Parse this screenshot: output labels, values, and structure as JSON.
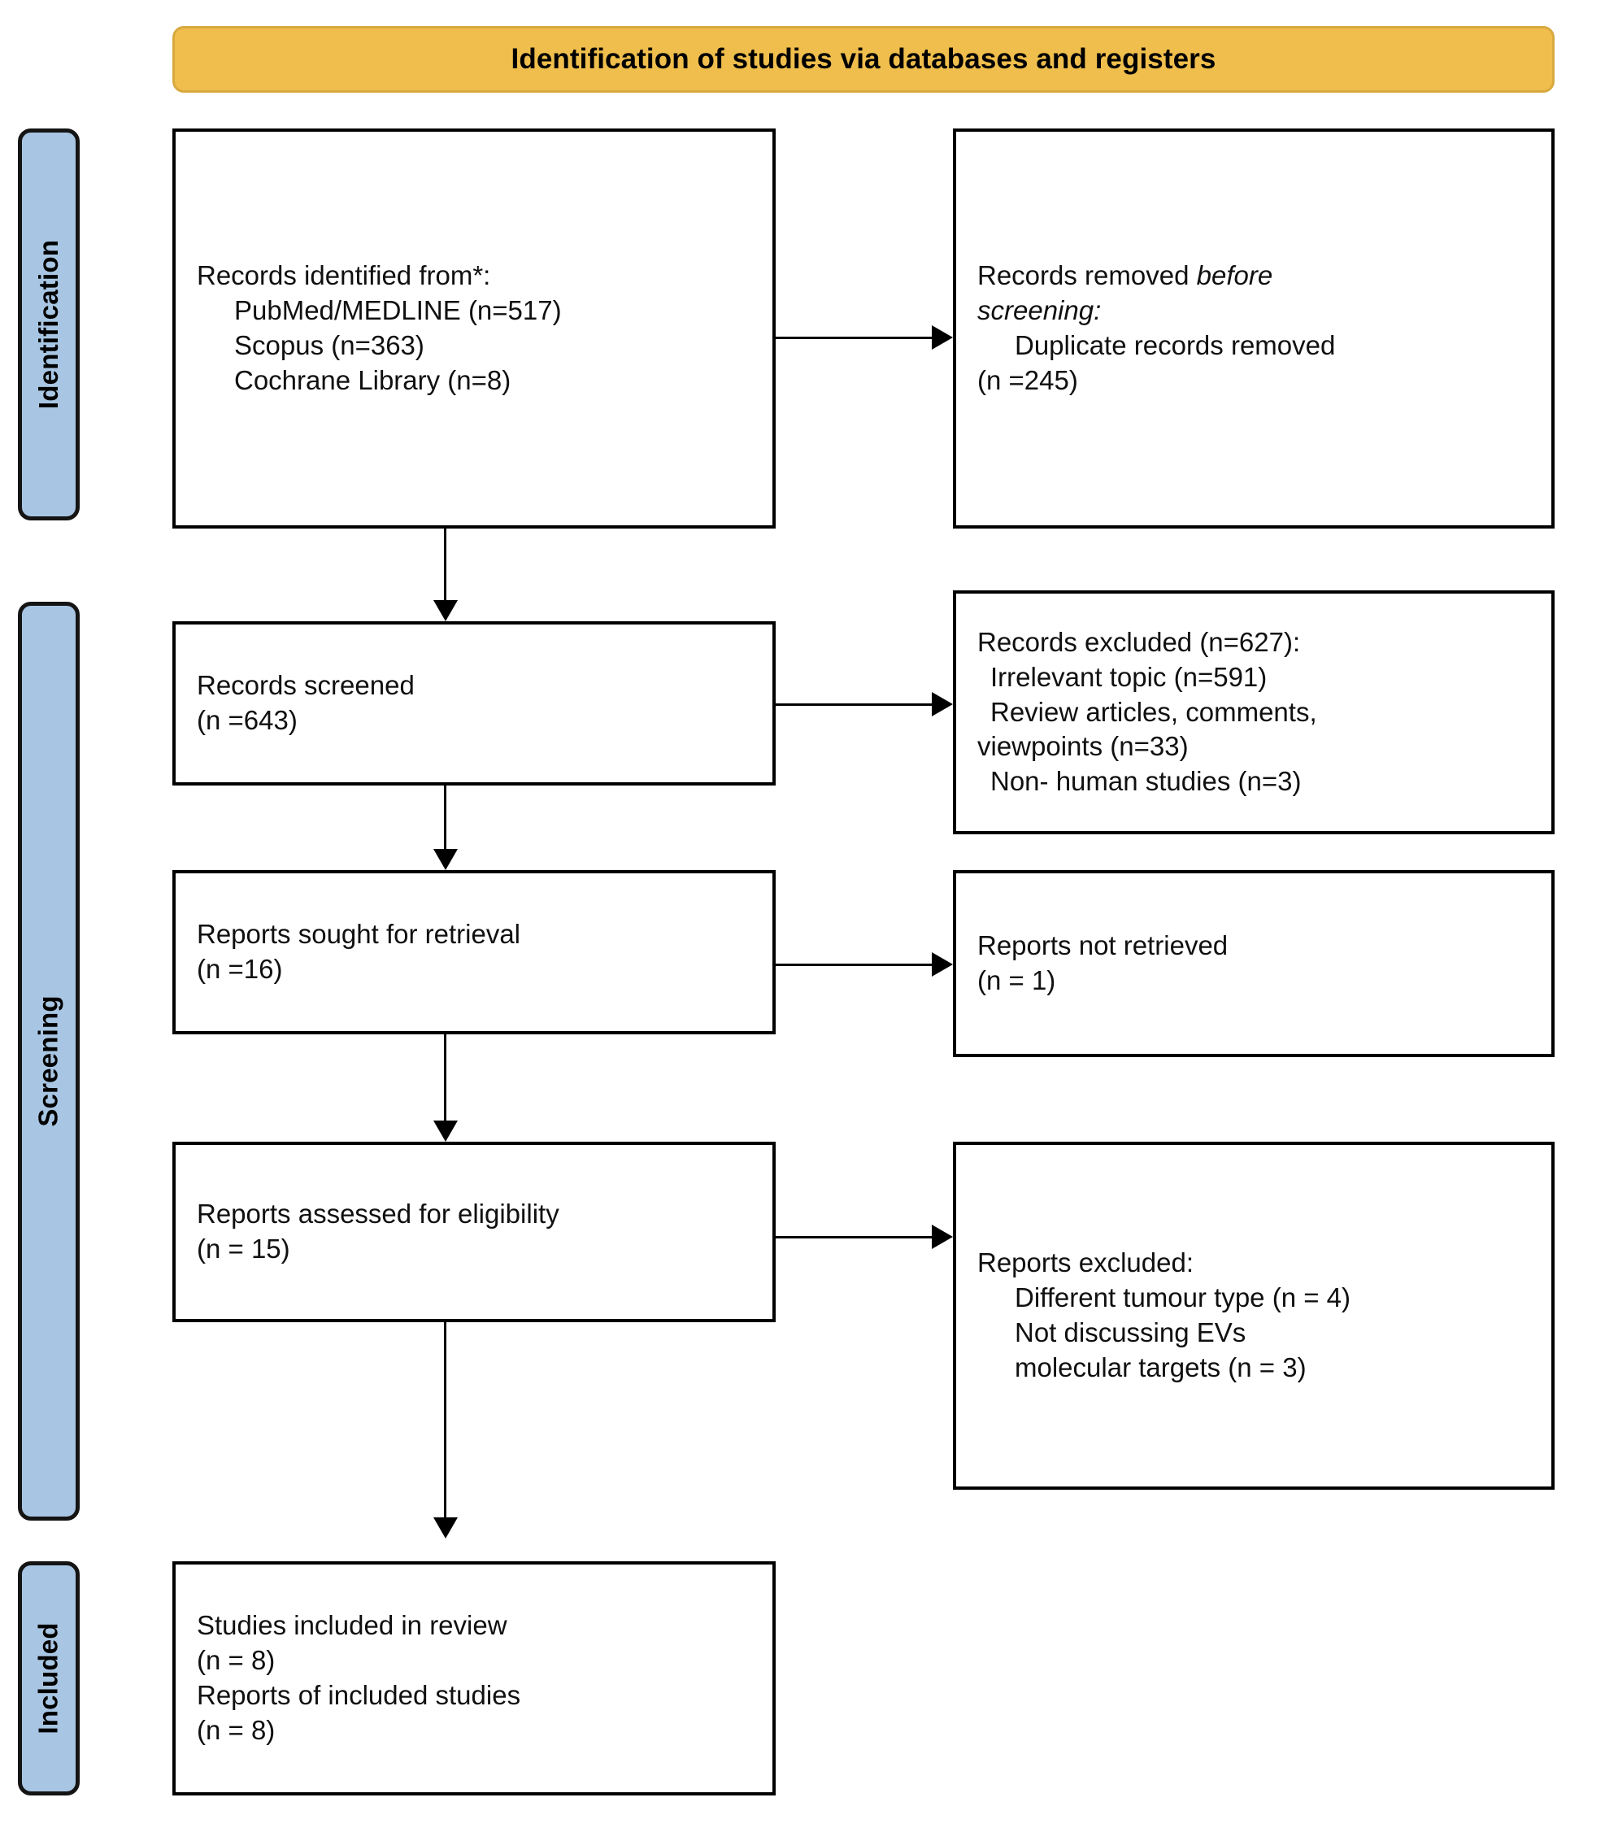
{
  "banner": {
    "title": "Identification of studies via databases and registers"
  },
  "phases": [
    {
      "id": "identification",
      "label": "Identification"
    },
    {
      "id": "screening",
      "label": "Screening"
    },
    {
      "id": "included",
      "label": "Included"
    }
  ],
  "boxes": {
    "records_identified": {
      "name": "records-identified-box",
      "lines": [
        {
          "text": "Records identified from*:",
          "indent": false
        },
        {
          "text": "PubMed/MEDLINE (n=517)",
          "indent": true
        },
        {
          "text": "Scopus (n=363)",
          "indent": true
        },
        {
          "text": "Cochrane Library (n=8)",
          "indent": true
        }
      ]
    },
    "records_removed": {
      "name": "records-removed-box",
      "lines": [
        {
          "text": "Records removed before",
          "indent": false,
          "italic_tail": "before"
        },
        {
          "text": "screening:",
          "indent": false,
          "italic": true
        },
        {
          "text": "Duplicate records removed",
          "indent": true
        },
        {
          "text": "(n =245)",
          "indent": false
        }
      ]
    },
    "records_screened": {
      "name": "records-screened-box",
      "lines": [
        {
          "text": "Records screened",
          "indent": false
        },
        {
          "text": "(n =643)",
          "indent": false
        }
      ]
    },
    "records_excluded": {
      "name": "records-excluded-box",
      "lines": [
        {
          "text": "Records excluded (n=627):",
          "indent": false
        },
        {
          "text": "Irrelevant topic (n=591)",
          "indent": false,
          "indent_sm": true
        },
        {
          "text": "Review articles, comments,",
          "indent": false,
          "indent_sm": true
        },
        {
          "text": "viewpoints (n=33)",
          "indent": false
        },
        {
          "text": "Non- human studies (n=3)",
          "indent": false,
          "indent_sm": true
        }
      ]
    },
    "reports_sought": {
      "name": "reports-sought-box",
      "lines": [
        {
          "text": "Reports sought for retrieval",
          "indent": false
        },
        {
          "text": "(n =16)",
          "indent": false
        }
      ]
    },
    "reports_not_retrieved": {
      "name": "reports-not-retrieved-box",
      "lines": [
        {
          "text": "Reports not retrieved",
          "indent": false
        },
        {
          "text": "(n = 1)",
          "indent": false
        }
      ]
    },
    "reports_assessed": {
      "name": "reports-assessed-box",
      "lines": [
        {
          "text": "Reports assessed for eligibility",
          "indent": false
        },
        {
          "text": "(n = 15)",
          "indent": false
        }
      ]
    },
    "reports_excluded": {
      "name": "reports-excluded-box",
      "lines": [
        {
          "text": "Reports excluded:",
          "indent": false
        },
        {
          "text": "Different tumour type (n = 4)",
          "indent": true
        },
        {
          "text": "Not discussing EVs",
          "indent": true
        },
        {
          "text": "molecular targets (n = 3)",
          "indent": true
        }
      ]
    },
    "studies_included": {
      "name": "studies-included-box",
      "lines": [
        {
          "text": "Studies included in review",
          "indent": false
        },
        {
          "text": "(n = 8)",
          "indent": false
        },
        {
          "text": "Reports of included studies",
          "indent": false
        },
        {
          "text": "(n = 8)",
          "indent": false
        }
      ]
    }
  },
  "colors": {
    "banner_fill": "#efbe4c",
    "phase_fill": "#a8c6e3",
    "box_border": "#000000",
    "text": "#101010"
  },
  "flow": {
    "type": "prisma-flow-diagram",
    "counts": {
      "pubmed_medline": 517,
      "scopus": 363,
      "cochrane_library": 8,
      "duplicates_removed": 245,
      "records_screened": 643,
      "records_excluded_total": 627,
      "irrelevant_topic": 591,
      "review_articles_comments_viewpoints": 33,
      "non_human_studies": 3,
      "reports_sought_for_retrieval": 16,
      "reports_not_retrieved": 1,
      "reports_assessed_for_eligibility": 15,
      "different_tumour_type": 4,
      "not_discussing_evs_molecular_targets": 3,
      "studies_included_in_review": 8,
      "reports_of_included_studies": 8
    }
  }
}
